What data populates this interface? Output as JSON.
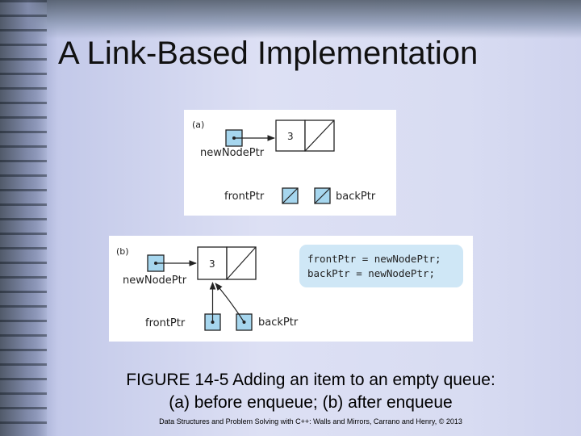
{
  "slide": {
    "title": "A Link-Based Implementation",
    "caption_line1": "FIGURE 14-5 Adding an item to an empty queue:",
    "caption_line2": "(a) before enqueue; (b) after enqueue",
    "credit": "Data Structures and Problem Solving with C++: Walls and Mirrors, Carrano and Henry, © 2013"
  },
  "figure_a": {
    "label": "(a)",
    "node_value": "3",
    "new_node_ptr": "newNodePtr",
    "front_ptr": "frontPtr",
    "back_ptr": "backPtr"
  },
  "figure_b": {
    "label": "(b)",
    "node_value": "3",
    "new_node_ptr": "newNodePtr",
    "front_ptr": "frontPtr",
    "back_ptr": "backPtr",
    "code_line1": "frontPtr = newNodePtr;",
    "code_line2": "backPtr = newNodePtr;"
  },
  "colors": {
    "pointer_box": "#a6d6ee",
    "code_box": "#cfe7f6"
  }
}
